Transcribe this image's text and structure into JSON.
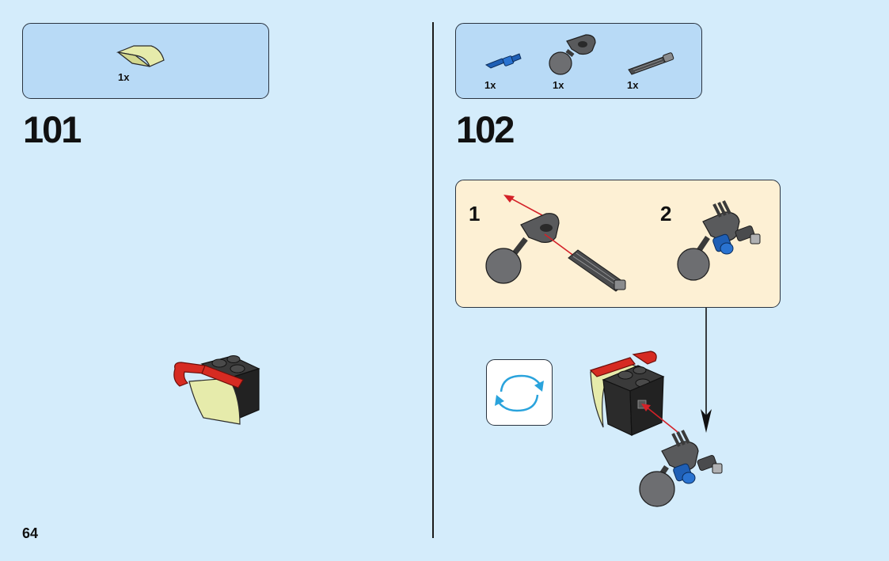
{
  "left_step": {
    "number": "101",
    "parts": [
      {
        "name": "curved-slope-lime",
        "qty": "1x"
      }
    ]
  },
  "right_step": {
    "number": "102",
    "parts": [
      {
        "name": "blue-pin",
        "qty": "1x"
      },
      {
        "name": "ball-joint-dark-gray",
        "qty": "1x"
      },
      {
        "name": "axle-pin-dark-gray",
        "qty": "1x"
      }
    ],
    "substeps": [
      {
        "label": "1"
      },
      {
        "label": "2"
      }
    ]
  },
  "page_number": "64",
  "colors": {
    "background": "#d4ecfb",
    "parts_box": "#b8daf6",
    "substep_panel": "#fdf0d4",
    "arrow_red": "#d42128",
    "rotate_blue": "#2aa3dc",
    "brick_black": "#2b2b2b",
    "brick_lime": "#e6ebab",
    "brick_red": "#d62b22",
    "ball_gray": "#6d6e71",
    "pin_blue": "#1f5fb5"
  },
  "icons": [
    "rotate-model-icon",
    "arrow-down-icon",
    "red-arrow-icon"
  ]
}
